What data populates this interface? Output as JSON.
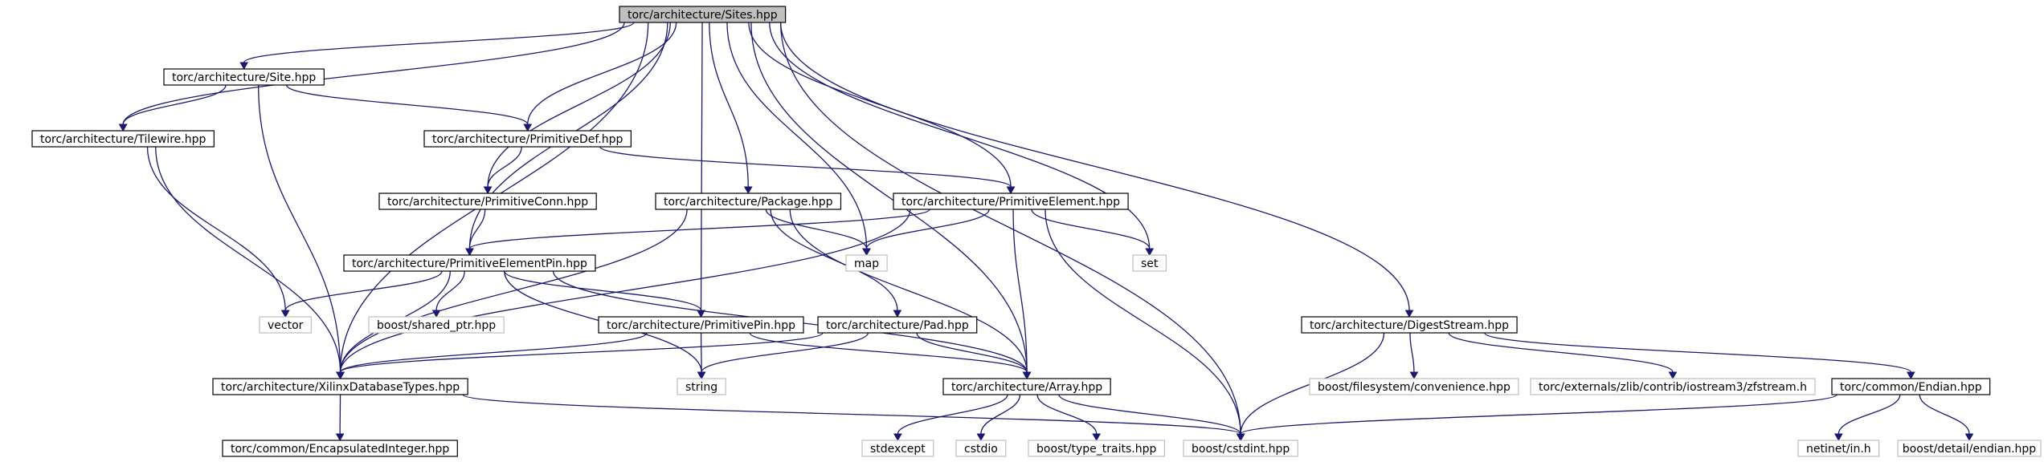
{
  "colors": {
    "edge": "#191970",
    "root_fill": "#bfbfbf",
    "node_border": "#000000",
    "external_border": "#bfbfbf",
    "node_fill": "#ffffff"
  },
  "nodes": [
    {
      "id": "sites",
      "label": "torc/architecture/Sites.hpp",
      "kind": "root"
    },
    {
      "id": "site",
      "label": "torc/architecture/Site.hpp",
      "kind": "internal"
    },
    {
      "id": "tilewire",
      "label": "torc/architecture/Tilewire.hpp",
      "kind": "internal"
    },
    {
      "id": "primdef",
      "label": "torc/architecture/PrimitiveDef.hpp",
      "kind": "internal"
    },
    {
      "id": "primconn",
      "label": "torc/architecture/PrimitiveConn.hpp",
      "kind": "internal"
    },
    {
      "id": "package",
      "label": "torc/architecture/Package.hpp",
      "kind": "internal"
    },
    {
      "id": "primelem",
      "label": "torc/architecture/PrimitiveElement.hpp",
      "kind": "internal"
    },
    {
      "id": "map",
      "label": "map",
      "kind": "external"
    },
    {
      "id": "set",
      "label": "set",
      "kind": "external"
    },
    {
      "id": "primelempin",
      "label": "torc/architecture/PrimitiveElementPin.hpp",
      "kind": "internal"
    },
    {
      "id": "vector",
      "label": "vector",
      "kind": "external"
    },
    {
      "id": "sharedptr",
      "label": "boost/shared_ptr.hpp",
      "kind": "external"
    },
    {
      "id": "primpin",
      "label": "torc/architecture/PrimitivePin.hpp",
      "kind": "internal"
    },
    {
      "id": "pad",
      "label": "torc/architecture/Pad.hpp",
      "kind": "internal"
    },
    {
      "id": "xdbt",
      "label": "torc/architecture/XilinxDatabaseTypes.hpp",
      "kind": "internal"
    },
    {
      "id": "string",
      "label": "string",
      "kind": "external"
    },
    {
      "id": "array",
      "label": "torc/architecture/Array.hpp",
      "kind": "internal"
    },
    {
      "id": "encint",
      "label": "torc/common/EncapsulatedInteger.hpp",
      "kind": "internal"
    },
    {
      "id": "stdexcept",
      "label": "stdexcept",
      "kind": "external"
    },
    {
      "id": "cstdio",
      "label": "cstdio",
      "kind": "external"
    },
    {
      "id": "typetraits",
      "label": "boost/type_traits.hpp",
      "kind": "external"
    },
    {
      "id": "cstdint",
      "label": "boost/cstdint.hpp",
      "kind": "external"
    },
    {
      "id": "digest",
      "label": "torc/architecture/DigestStream.hpp",
      "kind": "internal"
    },
    {
      "id": "fsconv",
      "label": "boost/filesystem/convenience.hpp",
      "kind": "external"
    },
    {
      "id": "zfstream",
      "label": "torc/externals/zlib/contrib/iostream3/zfstream.h",
      "kind": "external"
    },
    {
      "id": "endian",
      "label": "torc/common/Endian.hpp",
      "kind": "internal"
    },
    {
      "id": "netinet",
      "label": "netinet/in.h",
      "kind": "external"
    },
    {
      "id": "bdendian",
      "label": "boost/detail/endian.hpp",
      "kind": "external"
    }
  ],
  "edges": [
    [
      "sites",
      "site"
    ],
    [
      "sites",
      "tilewire"
    ],
    [
      "sites",
      "primdef"
    ],
    [
      "sites",
      "primconn"
    ],
    [
      "sites",
      "package"
    ],
    [
      "sites",
      "primelem"
    ],
    [
      "sites",
      "map"
    ],
    [
      "sites",
      "set"
    ],
    [
      "sites",
      "primelempin"
    ],
    [
      "sites",
      "primpin"
    ],
    [
      "sites",
      "xdbt"
    ],
    [
      "sites",
      "array"
    ],
    [
      "sites",
      "cstdint"
    ],
    [
      "sites",
      "digest"
    ],
    [
      "site",
      "tilewire"
    ],
    [
      "site",
      "primdef"
    ],
    [
      "site",
      "xdbt"
    ],
    [
      "tilewire",
      "vector"
    ],
    [
      "tilewire",
      "xdbt"
    ],
    [
      "primdef",
      "primconn"
    ],
    [
      "primdef",
      "primelem"
    ],
    [
      "primconn",
      "primelempin"
    ],
    [
      "package",
      "map"
    ],
    [
      "package",
      "pad"
    ],
    [
      "package",
      "array"
    ],
    [
      "package",
      "xdbt"
    ],
    [
      "primelem",
      "primelempin"
    ],
    [
      "primelem",
      "map"
    ],
    [
      "primelem",
      "set"
    ],
    [
      "primelem",
      "array"
    ],
    [
      "primelem",
      "xdbt"
    ],
    [
      "primelem",
      "cstdint"
    ],
    [
      "primelempin",
      "vector"
    ],
    [
      "primelempin",
      "sharedptr"
    ],
    [
      "primelempin",
      "primpin"
    ],
    [
      "primelempin",
      "string"
    ],
    [
      "primelempin",
      "array"
    ],
    [
      "primelempin",
      "xdbt"
    ],
    [
      "primpin",
      "string"
    ],
    [
      "primpin",
      "array"
    ],
    [
      "primpin",
      "xdbt"
    ],
    [
      "pad",
      "array"
    ],
    [
      "pad",
      "string"
    ],
    [
      "pad",
      "xdbt"
    ],
    [
      "xdbt",
      "encint"
    ],
    [
      "xdbt",
      "cstdint"
    ],
    [
      "array",
      "stdexcept"
    ],
    [
      "array",
      "cstdio"
    ],
    [
      "array",
      "typetraits"
    ],
    [
      "array",
      "cstdint"
    ],
    [
      "digest",
      "fsconv"
    ],
    [
      "digest",
      "zfstream"
    ],
    [
      "digest",
      "endian"
    ],
    [
      "digest",
      "cstdint"
    ],
    [
      "endian",
      "netinet"
    ],
    [
      "endian",
      "bdendian"
    ],
    [
      "endian",
      "cstdint"
    ]
  ]
}
